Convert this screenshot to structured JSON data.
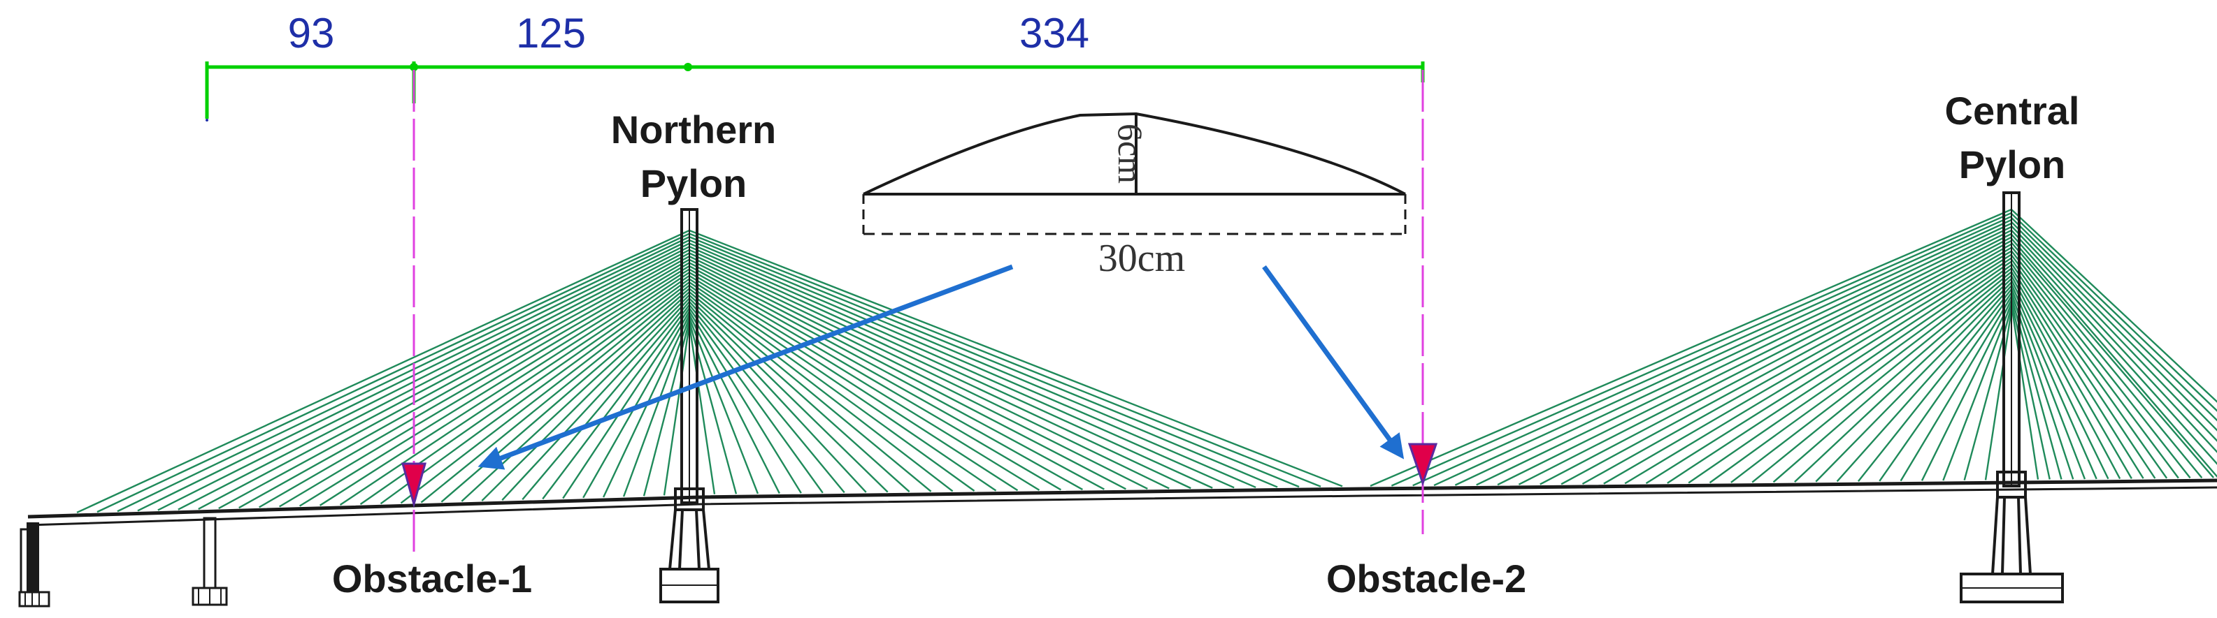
{
  "dimensions": {
    "segments": [
      "93",
      "125",
      "334"
    ],
    "line_color": "#00d000",
    "text_color": "#1e2fa8"
  },
  "pylons": {
    "northern": {
      "line1": "Northern",
      "line2": "Pylon"
    },
    "central": {
      "line1": "Central",
      "line2": "Pylon"
    }
  },
  "obstacles": {
    "obstacle1": "Obstacle-1",
    "obstacle2": "Obstacle-2",
    "marker_color": "#e0004a",
    "guide_color": "#e040e0"
  },
  "obstacle_profile": {
    "height_label": "6cm",
    "width_label": "30cm"
  },
  "colors": {
    "cable": "#1f8a5a",
    "arrow": "#1f6fd0",
    "structure": "#1a1a1a"
  }
}
